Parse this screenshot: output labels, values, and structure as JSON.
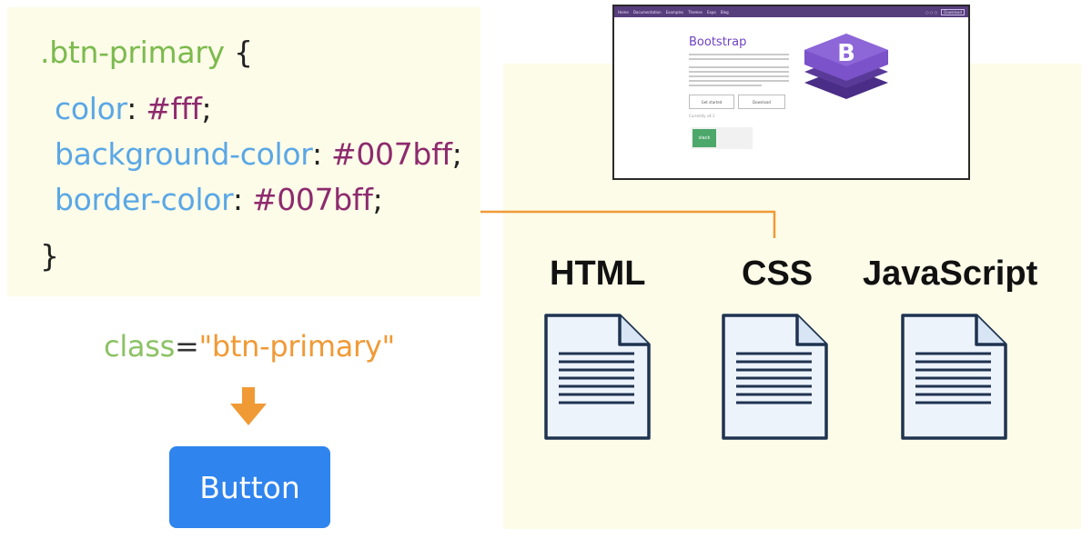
{
  "code": {
    "selector": ".btn-primary",
    "open_brace": " {",
    "lines": [
      {
        "prop": "color",
        "value": "#fff"
      },
      {
        "prop": "background-color",
        "value": "#007bff"
      },
      {
        "prop": "border-color",
        "value": "#007bff"
      }
    ],
    "close_brace": "}"
  },
  "class_attr": {
    "name": "class",
    "eq": "=",
    "value": "\"btn-primary\""
  },
  "button": {
    "label": "Button"
  },
  "files": [
    {
      "label": "HTML",
      "icon": "document-icon"
    },
    {
      "label": "CSS",
      "icon": "document-icon"
    },
    {
      "label": "JavaScript",
      "icon": "document-icon"
    }
  ],
  "bootstrap_screenshot": {
    "title": "Bootstrap",
    "logo_letter": "B",
    "nav_brand": "Home",
    "nav_items": [
      "Documentation",
      "Examples",
      "Themes",
      "Expo",
      "Blog"
    ],
    "nav_right": "Download",
    "btn_primary": "Get started",
    "btn_secondary": "Download",
    "version": "Currently v4.1",
    "ad_logo": "slack"
  },
  "colors": {
    "panel_bg": "#fcfce8",
    "accent_orange": "#f09a36",
    "button_blue": "#2f84ee",
    "selector_green": "#7cba4e",
    "property_blue": "#5aa7e6",
    "value_purple": "#8e2a6e",
    "bootstrap_purple": "#563d7c"
  }
}
